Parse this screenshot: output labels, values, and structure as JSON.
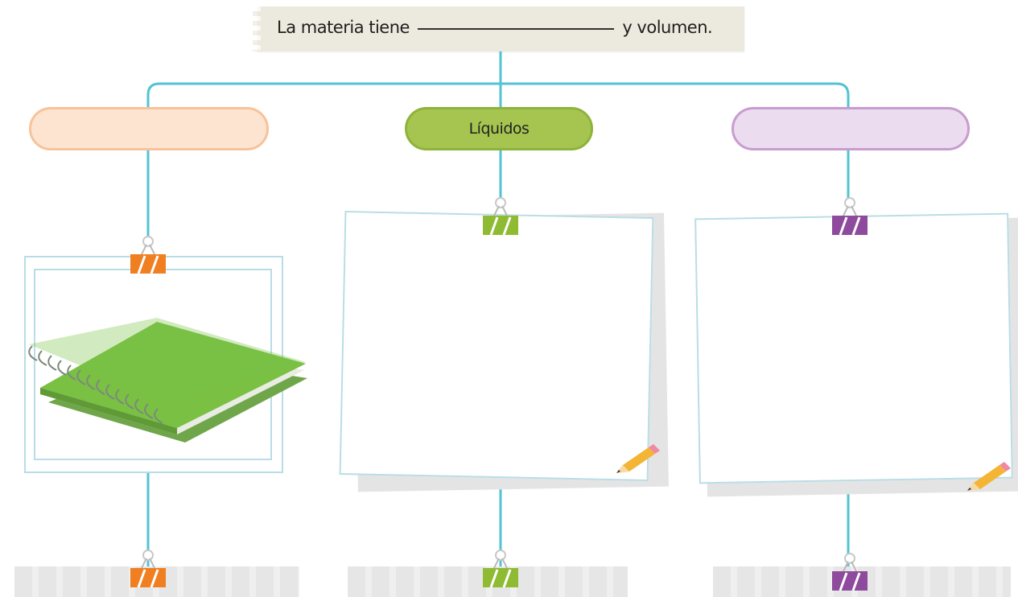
{
  "banner": {
    "text_before": "La materia tiene",
    "text_after": "y volumen."
  },
  "categories": [
    {
      "label": "",
      "color": "#fde4d1",
      "border": "#f6c39a"
    },
    {
      "label": "Líquidos",
      "color": "#a6c550",
      "border": "#8db33a"
    },
    {
      "label": "",
      "color": "#ecdcef",
      "border": "#c89ccf"
    }
  ],
  "colors": {
    "connector": "#52c3d3",
    "clip_orange": "#f07f22",
    "clip_green": "#8fbb32",
    "clip_purple": "#8e4a9c"
  },
  "icons": [
    "binder-clip-icon",
    "pencil-icon",
    "notebook-image"
  ]
}
